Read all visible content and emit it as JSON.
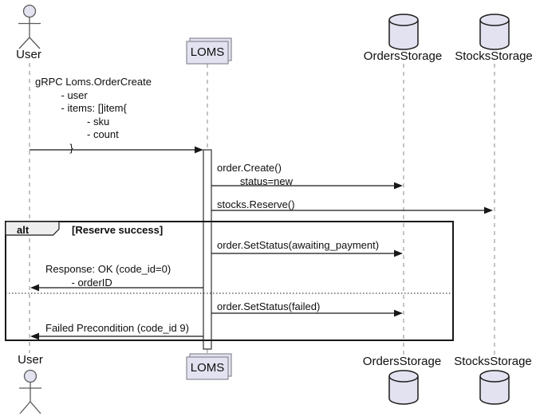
{
  "diagram_type": "uml-sequence",
  "participants": [
    {
      "name": "User",
      "kind": "actor"
    },
    {
      "name": "LOMS",
      "kind": "collections"
    },
    {
      "name": "OrdersStorage",
      "kind": "database"
    },
    {
      "name": "StocksStorage",
      "kind": "database"
    }
  ],
  "fragment": {
    "operator": "alt",
    "condition": "[Reserve success]"
  },
  "messages": [
    {
      "from": "User",
      "to": "LOMS",
      "label": "gRPC Loms.OrderCreate\n         - user\n         - items: []item{\n                  - sku\n                  - count\n            }"
    },
    {
      "from": "LOMS",
      "to": "OrdersStorage",
      "label": "order.Create()\n        status=new"
    },
    {
      "from": "LOMS",
      "to": "StocksStorage",
      "label": "stocks.Reserve()"
    },
    {
      "from": "LOMS",
      "to": "OrdersStorage",
      "branch": "reserve-success",
      "label": "order.SetStatus(awaiting_payment)"
    },
    {
      "from": "LOMS",
      "to": "User",
      "branch": "reserve-success",
      "label": "Response: OK (code_id=0)\n         - orderID"
    },
    {
      "from": "LOMS",
      "to": "OrdersStorage",
      "branch": "else",
      "label": "order.SetStatus(failed)"
    },
    {
      "from": "LOMS",
      "to": "User",
      "branch": "else",
      "label": "Failed Precondition (code_id 9)"
    }
  ],
  "colors": {
    "background": "#FFFFFF",
    "shape_fill": "#E2E2F0",
    "fragment_header_fill": "#EEEEEE",
    "arrow_line": "#181818",
    "shape_border": "#5A5A5A",
    "lifeline": "#8A8A8A",
    "text": "#0E0E0E"
  }
}
